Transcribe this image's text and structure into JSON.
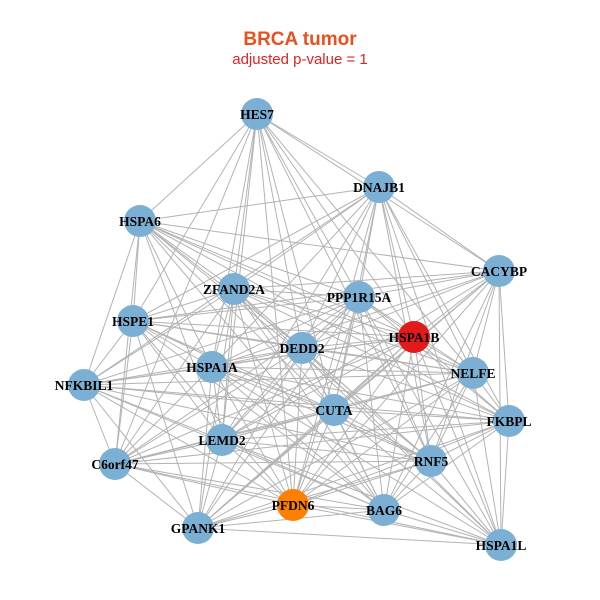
{
  "title": "BRCA tumor",
  "subtitle": "adjusted p-value = 1",
  "colors": {
    "default_node": "#7bafd4",
    "highlight_red": "#e31a1c",
    "highlight_orange": "#ff7f00",
    "edge": "#b3b3b3",
    "title": "#e8501e",
    "subtitle": "#e8201e"
  },
  "nodes": [
    {
      "id": "HES7",
      "label": "HES7",
      "color": "default"
    },
    {
      "id": "DNAJB1",
      "label": "DNAJB1",
      "color": "default"
    },
    {
      "id": "HSPA6",
      "label": "HSPA6",
      "color": "default"
    },
    {
      "id": "CACYBP",
      "label": "CACYBP",
      "color": "default"
    },
    {
      "id": "ZFAND2A",
      "label": "ZFAND2A",
      "color": "default"
    },
    {
      "id": "PPP1R15A",
      "label": "PPP1R15A",
      "color": "default"
    },
    {
      "id": "HSPE1",
      "label": "HSPE1",
      "color": "default"
    },
    {
      "id": "HSPA1B",
      "label": "HSPA1B",
      "color": "red"
    },
    {
      "id": "DEDD2",
      "label": "DEDD2",
      "color": "default"
    },
    {
      "id": "HSPA1A",
      "label": "HSPA1A",
      "color": "default"
    },
    {
      "id": "NELFE",
      "label": "NELFE",
      "color": "default"
    },
    {
      "id": "NFKBIL1",
      "label": "NFKBIL1",
      "color": "default"
    },
    {
      "id": "CUTA",
      "label": "CUTA",
      "color": "default"
    },
    {
      "id": "FKBPL",
      "label": "FKBPL",
      "color": "default"
    },
    {
      "id": "LEMD2",
      "label": "LEMD2",
      "color": "default"
    },
    {
      "id": "RNF5",
      "label": "RNF5",
      "color": "default"
    },
    {
      "id": "C6orf47",
      "label": "C6orf47",
      "color": "default"
    },
    {
      "id": "PFDN6",
      "label": "PFDN6",
      "color": "orange"
    },
    {
      "id": "BAG6",
      "label": "BAG6",
      "color": "default"
    },
    {
      "id": "GPANK1",
      "label": "GPANK1",
      "color": "default"
    },
    {
      "id": "HSPA1L",
      "label": "HSPA1L",
      "color": "default"
    }
  ],
  "edges": [
    [
      "HES7",
      "HSPA6"
    ],
    [
      "HES7",
      "DNAJB1"
    ],
    [
      "HES7",
      "CACYBP"
    ],
    [
      "HES7",
      "ZFAND2A"
    ],
    [
      "HES7",
      "PPP1R15A"
    ],
    [
      "HES7",
      "HSPE1"
    ],
    [
      "HES7",
      "HSPA1B"
    ],
    [
      "HES7",
      "DEDD2"
    ],
    [
      "HES7",
      "HSPA1A"
    ],
    [
      "HES7",
      "NELFE"
    ],
    [
      "HES7",
      "CUTA"
    ],
    [
      "HES7",
      "LEMD2"
    ],
    [
      "HES7",
      "RNF5"
    ],
    [
      "HES7",
      "PFDN6"
    ],
    [
      "HES7",
      "C6orf47"
    ],
    [
      "DNAJB1",
      "HSPA6"
    ],
    [
      "DNAJB1",
      "CACYBP"
    ],
    [
      "DNAJB1",
      "ZFAND2A"
    ],
    [
      "DNAJB1",
      "PPP1R15A"
    ],
    [
      "DNAJB1",
      "HSPE1"
    ],
    [
      "DNAJB1",
      "HSPA1B"
    ],
    [
      "DNAJB1",
      "DEDD2"
    ],
    [
      "DNAJB1",
      "HSPA1A"
    ],
    [
      "DNAJB1",
      "NELFE"
    ],
    [
      "DNAJB1",
      "CUTA"
    ],
    [
      "DNAJB1",
      "FKBPL"
    ],
    [
      "DNAJB1",
      "LEMD2"
    ],
    [
      "DNAJB1",
      "RNF5"
    ],
    [
      "DNAJB1",
      "PFDN6"
    ],
    [
      "DNAJB1",
      "HSPA1L"
    ],
    [
      "DNAJB1",
      "NFKBIL1"
    ],
    [
      "HSPA6",
      "CACYBP"
    ],
    [
      "HSPA6",
      "ZFAND2A"
    ],
    [
      "HSPA6",
      "PPP1R15A"
    ],
    [
      "HSPA6",
      "HSPE1"
    ],
    [
      "HSPA6",
      "HSPA1B"
    ],
    [
      "HSPA6",
      "DEDD2"
    ],
    [
      "HSPA6",
      "HSPA1A"
    ],
    [
      "HSPA6",
      "NELFE"
    ],
    [
      "HSPA6",
      "NFKBIL1"
    ],
    [
      "HSPA6",
      "CUTA"
    ],
    [
      "HSPA6",
      "FKBPL"
    ],
    [
      "HSPA6",
      "LEMD2"
    ],
    [
      "HSPA6",
      "C6orf47"
    ],
    [
      "HSPA6",
      "RNF5"
    ],
    [
      "HSPA6",
      "BAG6"
    ],
    [
      "CACYBP",
      "ZFAND2A"
    ],
    [
      "CACYBP",
      "PPP1R15A"
    ],
    [
      "CACYBP",
      "HSPA1B"
    ],
    [
      "CACYBP",
      "DEDD2"
    ],
    [
      "CACYBP",
      "HSPA1A"
    ],
    [
      "CACYBP",
      "NELFE"
    ],
    [
      "CACYBP",
      "CUTA"
    ],
    [
      "CACYBP",
      "FKBPL"
    ],
    [
      "CACYBP",
      "LEMD2"
    ],
    [
      "CACYBP",
      "RNF5"
    ],
    [
      "CACYBP",
      "PFDN6"
    ],
    [
      "CACYBP",
      "BAG6"
    ],
    [
      "CACYBP",
      "HSPA1L"
    ],
    [
      "CACYBP",
      "HSPE1"
    ],
    [
      "CACYBP",
      "GPANK1"
    ],
    [
      "ZFAND2A",
      "PPP1R15A"
    ],
    [
      "ZFAND2A",
      "HSPE1"
    ],
    [
      "ZFAND2A",
      "HSPA1B"
    ],
    [
      "ZFAND2A",
      "DEDD2"
    ],
    [
      "ZFAND2A",
      "HSPA1A"
    ],
    [
      "ZFAND2A",
      "NELFE"
    ],
    [
      "ZFAND2A",
      "NFKBIL1"
    ],
    [
      "ZFAND2A",
      "CUTA"
    ],
    [
      "ZFAND2A",
      "FKBPL"
    ],
    [
      "ZFAND2A",
      "LEMD2"
    ],
    [
      "ZFAND2A",
      "RNF5"
    ],
    [
      "ZFAND2A",
      "C6orf47"
    ],
    [
      "ZFAND2A",
      "PFDN6"
    ],
    [
      "ZFAND2A",
      "BAG6"
    ],
    [
      "ZFAND2A",
      "GPANK1"
    ],
    [
      "ZFAND2A",
      "HSPA1L"
    ],
    [
      "PPP1R15A",
      "HSPE1"
    ],
    [
      "PPP1R15A",
      "HSPA1B"
    ],
    [
      "PPP1R15A",
      "DEDD2"
    ],
    [
      "PPP1R15A",
      "HSPA1A"
    ],
    [
      "PPP1R15A",
      "NELFE"
    ],
    [
      "PPP1R15A",
      "NFKBIL1"
    ],
    [
      "PPP1R15A",
      "CUTA"
    ],
    [
      "PPP1R15A",
      "FKBPL"
    ],
    [
      "PPP1R15A",
      "LEMD2"
    ],
    [
      "PPP1R15A",
      "RNF5"
    ],
    [
      "PPP1R15A",
      "PFDN6"
    ],
    [
      "PPP1R15A",
      "BAG6"
    ],
    [
      "PPP1R15A",
      "GPANK1"
    ],
    [
      "PPP1R15A",
      "HSPA1L"
    ],
    [
      "PPP1R15A",
      "C6orf47"
    ],
    [
      "HSPE1",
      "HSPA1B"
    ],
    [
      "HSPE1",
      "DEDD2"
    ],
    [
      "HSPE1",
      "HSPA1A"
    ],
    [
      "HSPE1",
      "NFKBIL1"
    ],
    [
      "HSPE1",
      "CUTA"
    ],
    [
      "HSPE1",
      "LEMD2"
    ],
    [
      "HSPE1",
      "C6orf47"
    ],
    [
      "HSPE1",
      "RNF5"
    ],
    [
      "HSPE1",
      "BAG6"
    ],
    [
      "HSPE1",
      "PFDN6"
    ],
    [
      "HSPE1",
      "GPANK1"
    ],
    [
      "HSPE1",
      "NELFE"
    ],
    [
      "HSPA1B",
      "DEDD2"
    ],
    [
      "HSPA1B",
      "HSPA1A"
    ],
    [
      "HSPA1B",
      "NELFE"
    ],
    [
      "HSPA1B",
      "NFKBIL1"
    ],
    [
      "HSPA1B",
      "CUTA"
    ],
    [
      "HSPA1B",
      "FKBPL"
    ],
    [
      "HSPA1B",
      "LEMD2"
    ],
    [
      "HSPA1B",
      "RNF5"
    ],
    [
      "HSPA1B",
      "C6orf47"
    ],
    [
      "HSPA1B",
      "PFDN6"
    ],
    [
      "HSPA1B",
      "BAG6"
    ],
    [
      "HSPA1B",
      "GPANK1"
    ],
    [
      "HSPA1B",
      "HSPA1L"
    ],
    [
      "DEDD2",
      "HSPA1A"
    ],
    [
      "DEDD2",
      "NELFE"
    ],
    [
      "DEDD2",
      "NFKBIL1"
    ],
    [
      "DEDD2",
      "CUTA"
    ],
    [
      "DEDD2",
      "FKBPL"
    ],
    [
      "DEDD2",
      "LEMD2"
    ],
    [
      "DEDD2",
      "RNF5"
    ],
    [
      "DEDD2",
      "C6orf47"
    ],
    [
      "DEDD2",
      "PFDN6"
    ],
    [
      "DEDD2",
      "BAG6"
    ],
    [
      "DEDD2",
      "GPANK1"
    ],
    [
      "DEDD2",
      "HSPA1L"
    ],
    [
      "HSPA1A",
      "NELFE"
    ],
    [
      "HSPA1A",
      "NFKBIL1"
    ],
    [
      "HSPA1A",
      "CUTA"
    ],
    [
      "HSPA1A",
      "FKBPL"
    ],
    [
      "HSPA1A",
      "LEMD2"
    ],
    [
      "HSPA1A",
      "RNF5"
    ],
    [
      "HSPA1A",
      "C6orf47"
    ],
    [
      "HSPA1A",
      "PFDN6"
    ],
    [
      "HSPA1A",
      "BAG6"
    ],
    [
      "HSPA1A",
      "GPANK1"
    ],
    [
      "HSPA1A",
      "HSPA1L"
    ],
    [
      "NELFE",
      "NFKBIL1"
    ],
    [
      "NELFE",
      "CUTA"
    ],
    [
      "NELFE",
      "FKBPL"
    ],
    [
      "NELFE",
      "LEMD2"
    ],
    [
      "NELFE",
      "RNF5"
    ],
    [
      "NELFE",
      "C6orf47"
    ],
    [
      "NELFE",
      "PFDN6"
    ],
    [
      "NELFE",
      "BAG6"
    ],
    [
      "NELFE",
      "GPANK1"
    ],
    [
      "NELFE",
      "HSPA1L"
    ],
    [
      "NFKBIL1",
      "CUTA"
    ],
    [
      "NFKBIL1",
      "FKBPL"
    ],
    [
      "NFKBIL1",
      "LEMD2"
    ],
    [
      "NFKBIL1",
      "C6orf47"
    ],
    [
      "NFKBIL1",
      "RNF5"
    ],
    [
      "NFKBIL1",
      "PFDN6"
    ],
    [
      "NFKBIL1",
      "BAG6"
    ],
    [
      "NFKBIL1",
      "GPANK1"
    ],
    [
      "CUTA",
      "FKBPL"
    ],
    [
      "CUTA",
      "LEMD2"
    ],
    [
      "CUTA",
      "RNF5"
    ],
    [
      "CUTA",
      "C6orf47"
    ],
    [
      "CUTA",
      "PFDN6"
    ],
    [
      "CUTA",
      "BAG6"
    ],
    [
      "CUTA",
      "GPANK1"
    ],
    [
      "CUTA",
      "HSPA1L"
    ],
    [
      "FKBPL",
      "LEMD2"
    ],
    [
      "FKBPL",
      "RNF5"
    ],
    [
      "FKBPL",
      "C6orf47"
    ],
    [
      "FKBPL",
      "PFDN6"
    ],
    [
      "FKBPL",
      "BAG6"
    ],
    [
      "FKBPL",
      "GPANK1"
    ],
    [
      "FKBPL",
      "HSPA1L"
    ],
    [
      "LEMD2",
      "RNF5"
    ],
    [
      "LEMD2",
      "C6orf47"
    ],
    [
      "LEMD2",
      "PFDN6"
    ],
    [
      "LEMD2",
      "BAG6"
    ],
    [
      "LEMD2",
      "GPANK1"
    ],
    [
      "LEMD2",
      "HSPA1L"
    ],
    [
      "RNF5",
      "C6orf47"
    ],
    [
      "RNF5",
      "PFDN6"
    ],
    [
      "RNF5",
      "BAG6"
    ],
    [
      "RNF5",
      "GPANK1"
    ],
    [
      "RNF5",
      "HSPA1L"
    ],
    [
      "C6orf47",
      "PFDN6"
    ],
    [
      "C6orf47",
      "BAG6"
    ],
    [
      "C6orf47",
      "GPANK1"
    ],
    [
      "C6orf47",
      "HSPA1L"
    ],
    [
      "PFDN6",
      "BAG6"
    ],
    [
      "PFDN6",
      "GPANK1"
    ],
    [
      "PFDN6",
      "HSPA1L"
    ],
    [
      "BAG6",
      "GPANK1"
    ],
    [
      "BAG6",
      "HSPA1L"
    ],
    [
      "GPANK1",
      "HSPA1L"
    ]
  ]
}
